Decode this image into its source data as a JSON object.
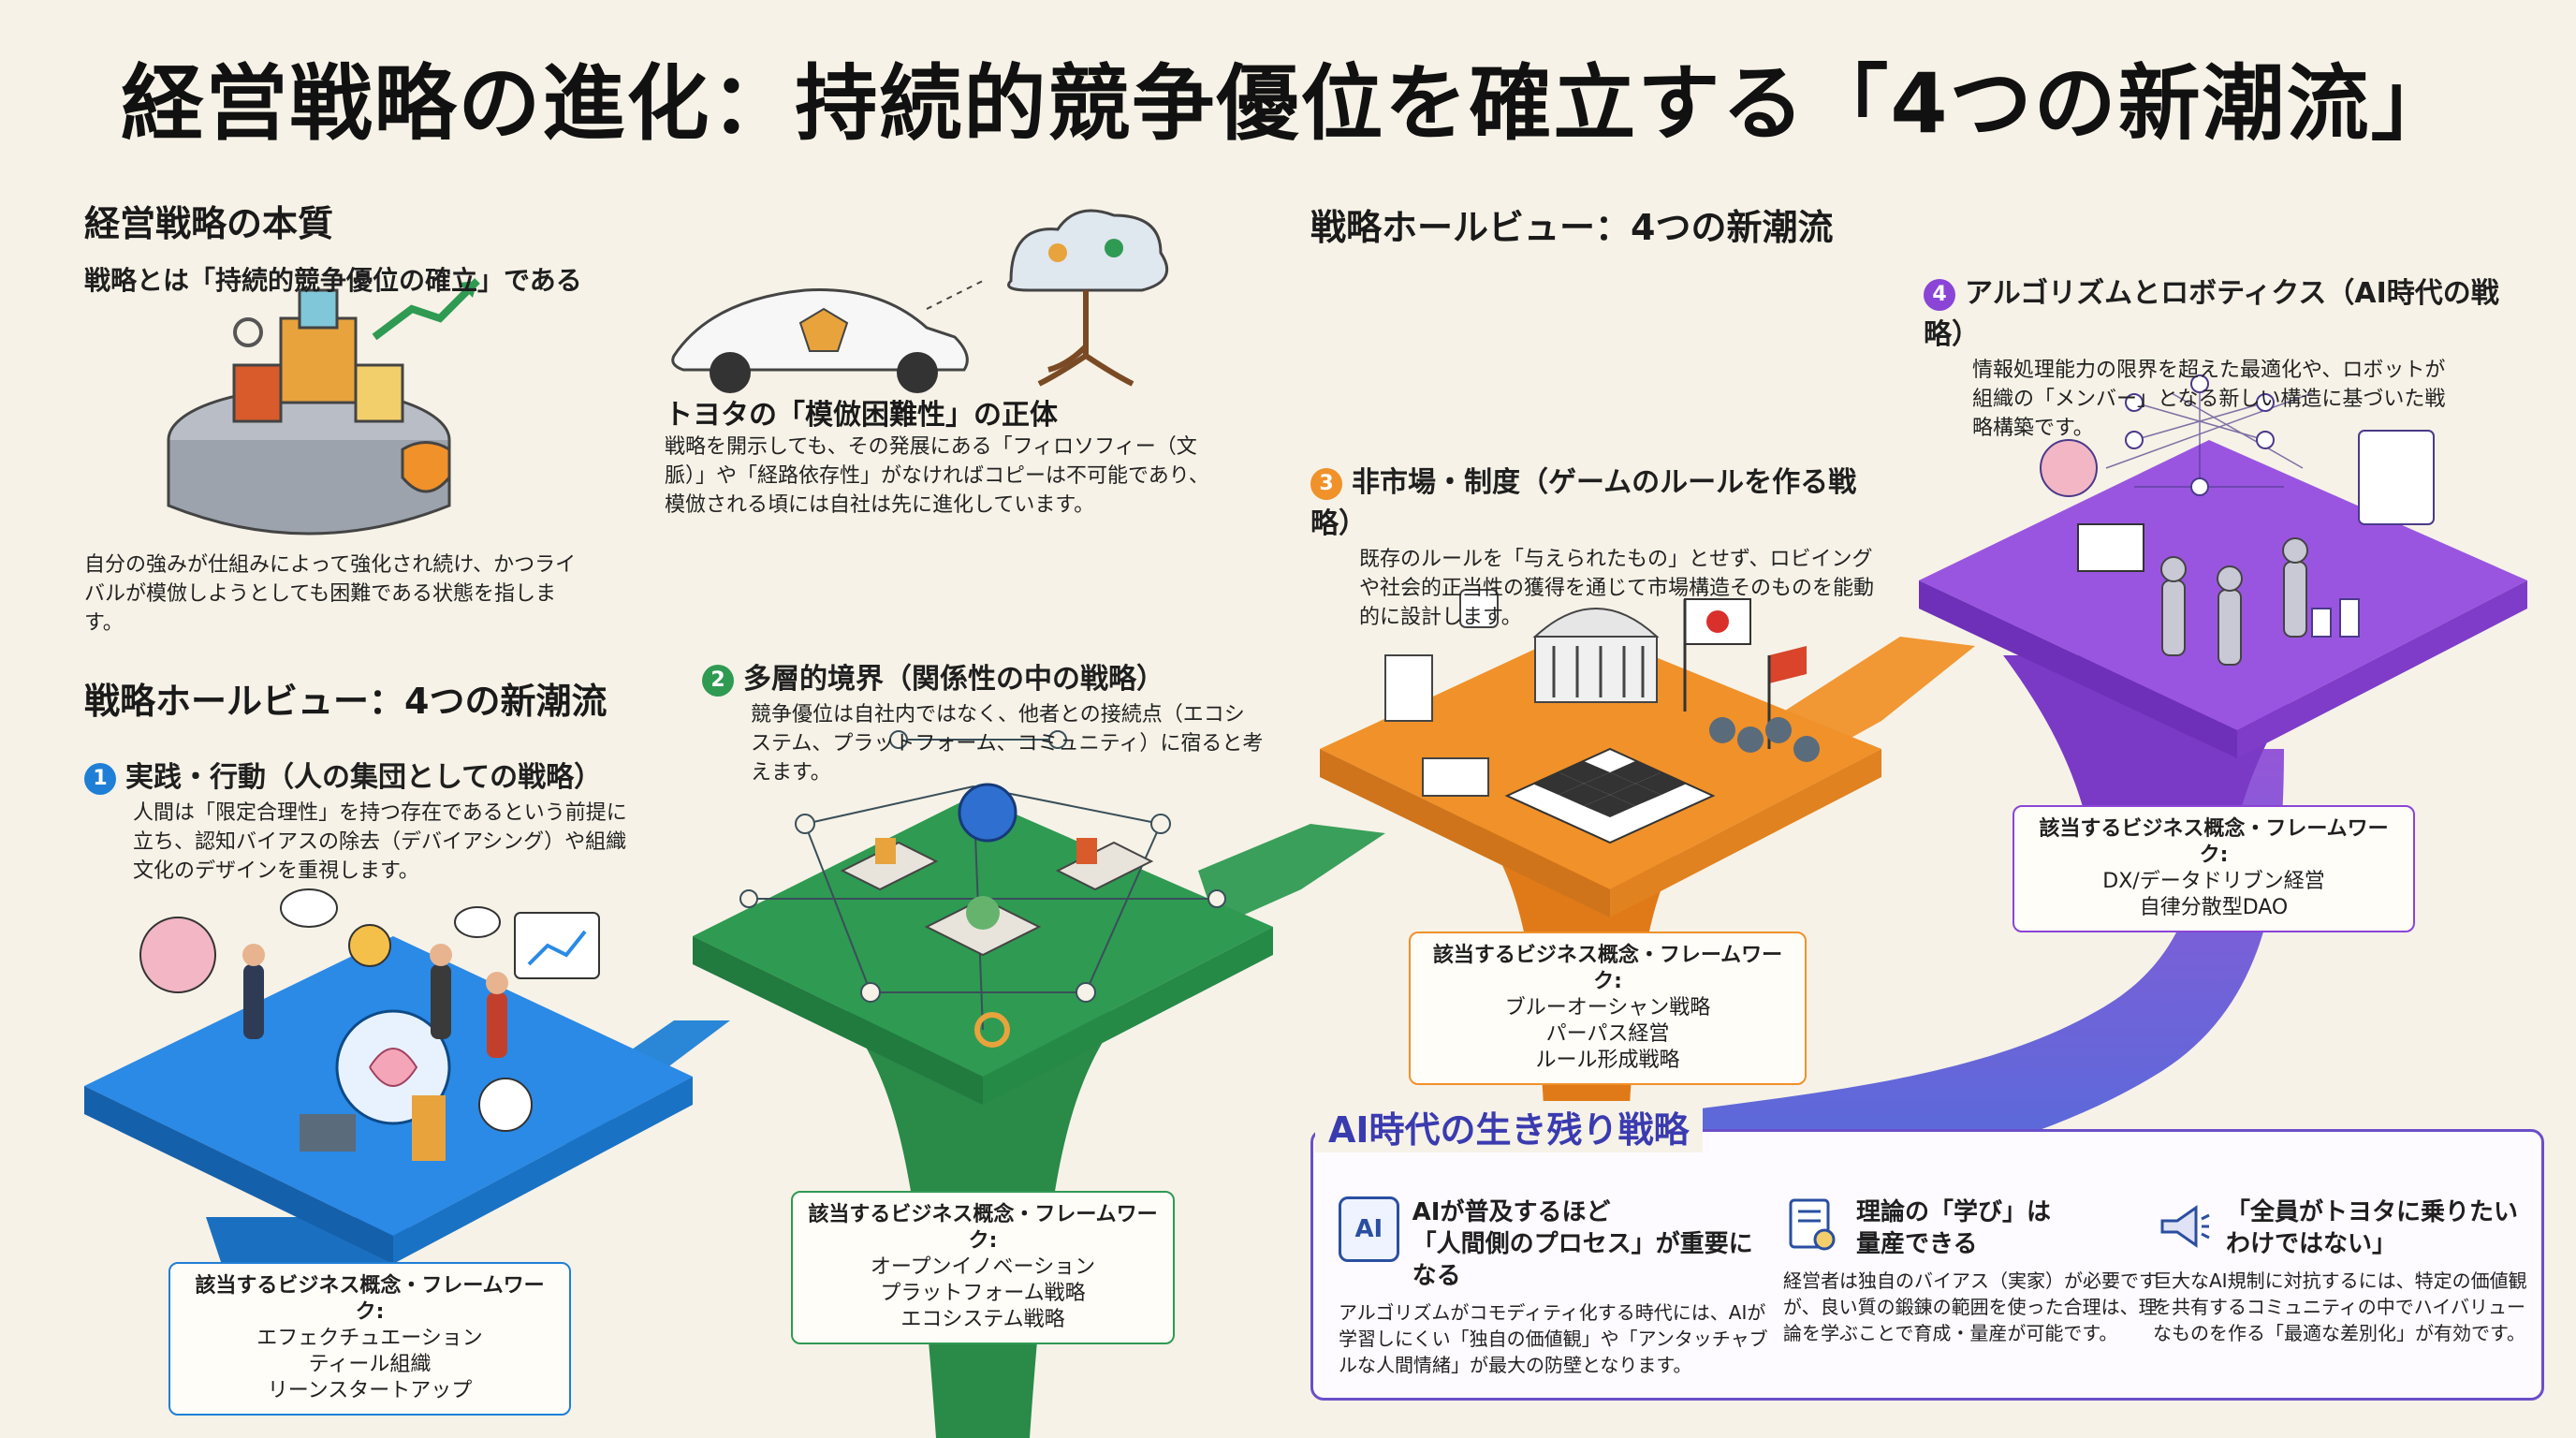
{
  "title": "経営戦略の進化：持続的競争優位を確立する「4つの新潮流」",
  "essence": {
    "heading": "経営戦略の本質",
    "subheading": "戦略とは「持続的競争優位の確立」である",
    "body": "自分の強みが仕組みによって強化され続け、かつライバルが模倣しようとしても困難である状態を指します。"
  },
  "toyota": {
    "heading": "トヨタの「模倣困難性」の正体",
    "body": "戦略を開示しても、その発展にある「フィロソフィー（文脈）」や「経路依存性」がなければコピーは不可能であり、模倣される頃には自社は先に進化しています。"
  },
  "holoview": {
    "left_heading": "戦略ホールビュー：4つの新潮流",
    "right_heading": "戦略ホールビュー：4つの新潮流"
  },
  "sections": [
    {
      "number": "1",
      "title": "実践・行動（人の集団としての戦略）",
      "body": "人間は「限定合理性」を持つ存在であるという前提に立ち、認知バイアスの除去（デバイアシング）や組織文化のデザインを重視します。",
      "fw_head": "該当するビジネス概念・フレームワーク:",
      "fw_items": [
        "エフェクチュエーション",
        "ティール組織",
        "リーンスタートアップ"
      ],
      "color": "#1f7fd6"
    },
    {
      "number": "2",
      "title": "多層的境界（関係性の中の戦略）",
      "body": "競争優位は自社内ではなく、他者との接続点（エコシステム、プラットフォーム、コミュニティ）に宿ると考えます。",
      "fw_head": "該当するビジネス概念・フレームワーク:",
      "fw_items": [
        "オープンイノベーション",
        "プラットフォーム戦略",
        "エコシステム戦略"
      ],
      "color": "#2f9a52"
    },
    {
      "number": "3",
      "title": "非市場・制度（ゲームのルールを作る戦略）",
      "body": "既存のルールを「与えられたもの」とせず、ロビイングや社会的正当性の獲得を通じて市場構造そのものを能動的に設計します。",
      "fw_head": "該当するビジネス概念・フレームワーク:",
      "fw_items": [
        "ブルーオーシャン戦略",
        "パーパス経営",
        "ルール形成戦略"
      ],
      "color": "#f0912a"
    },
    {
      "number": "4",
      "title": "アルゴリズムとロボティクス（AI時代の戦略）",
      "body": "情報処理能力の限界を超えた最適化や、ロボットが組織の「メンバー」となる新しい構造に基づいた戦略構築です。",
      "fw_head": "該当するビジネス概念・フレームワーク:",
      "fw_items": [
        "DX/データドリブン経営",
        "自律分散型DAO"
      ],
      "color": "#8a45d6"
    }
  ],
  "survival": {
    "heading": "AI時代の生き残り戦略",
    "cards": [
      {
        "icon": "AI",
        "title_lines": [
          "AIが普及するほど",
          "「人間側のプロセス」が重要になる"
        ],
        "body": "アルゴリズムがコモディティ化する時代には、AIが学習しにくい「独自の価値観」や「アンタッチャブルな人間情緒」が最大の防壁となります。"
      },
      {
        "icon": "certificate",
        "title_lines": [
          "理論の「学び」は",
          "量産できる"
        ],
        "body": "経営者は独自のバイアス（実家）が必要ですが、良い質の鍛錬の範囲を使った合理は、理論を学ぶことで育成・量産が可能です。"
      },
      {
        "icon": "megaphone",
        "title_lines": [
          "「全員がトヨタに乗りたい",
          "わけではない」"
        ],
        "body": "巨大なAI規制に対抗するには、特定の価値観を共有するコミュニティの中でハイバリューなものを作る「最適な差別化」が有効です。"
      }
    ]
  },
  "colors": {
    "blue": "#1f7fd6",
    "green": "#2f9a52",
    "orange": "#f0912a",
    "purple": "#8a45d6",
    "panel": "#6b4fc9"
  }
}
